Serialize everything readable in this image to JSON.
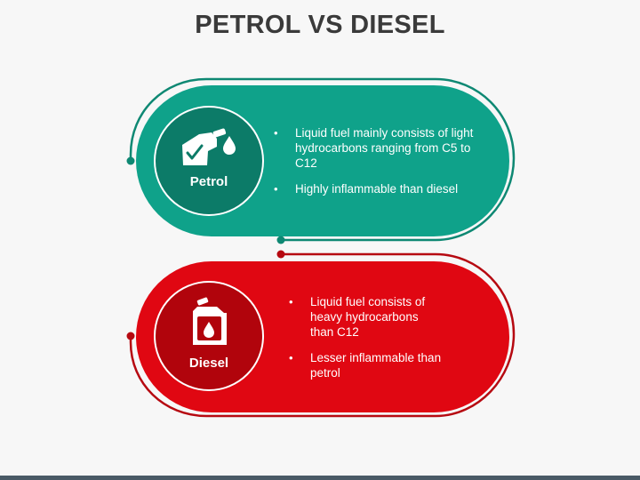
{
  "title": "PETROL VS DIESEL",
  "colors": {
    "petrol_fill": "#0fa28a",
    "petrol_circle": "#0c7b68",
    "petrol_line": "#0e8873",
    "diesel_fill": "#e00712",
    "diesel_circle": "#b1040c",
    "diesel_line": "#b60911",
    "background": "#f7f7f7",
    "title": "#3a3a3a"
  },
  "cards": [
    {
      "label": "Petrol",
      "icon": "fuel-nozzle-icon",
      "bullets": [
        "Liquid fuel mainly consists of light hydrocarbons ranging from C5 to C12",
        "Highly inflammable than diesel"
      ]
    },
    {
      "label": "Diesel",
      "icon": "fuel-jerrycan-icon",
      "bullets": [
        "Liquid fuel consists of heavy hydrocarbons than C12",
        "Lesser inflammable than petrol"
      ]
    }
  ]
}
